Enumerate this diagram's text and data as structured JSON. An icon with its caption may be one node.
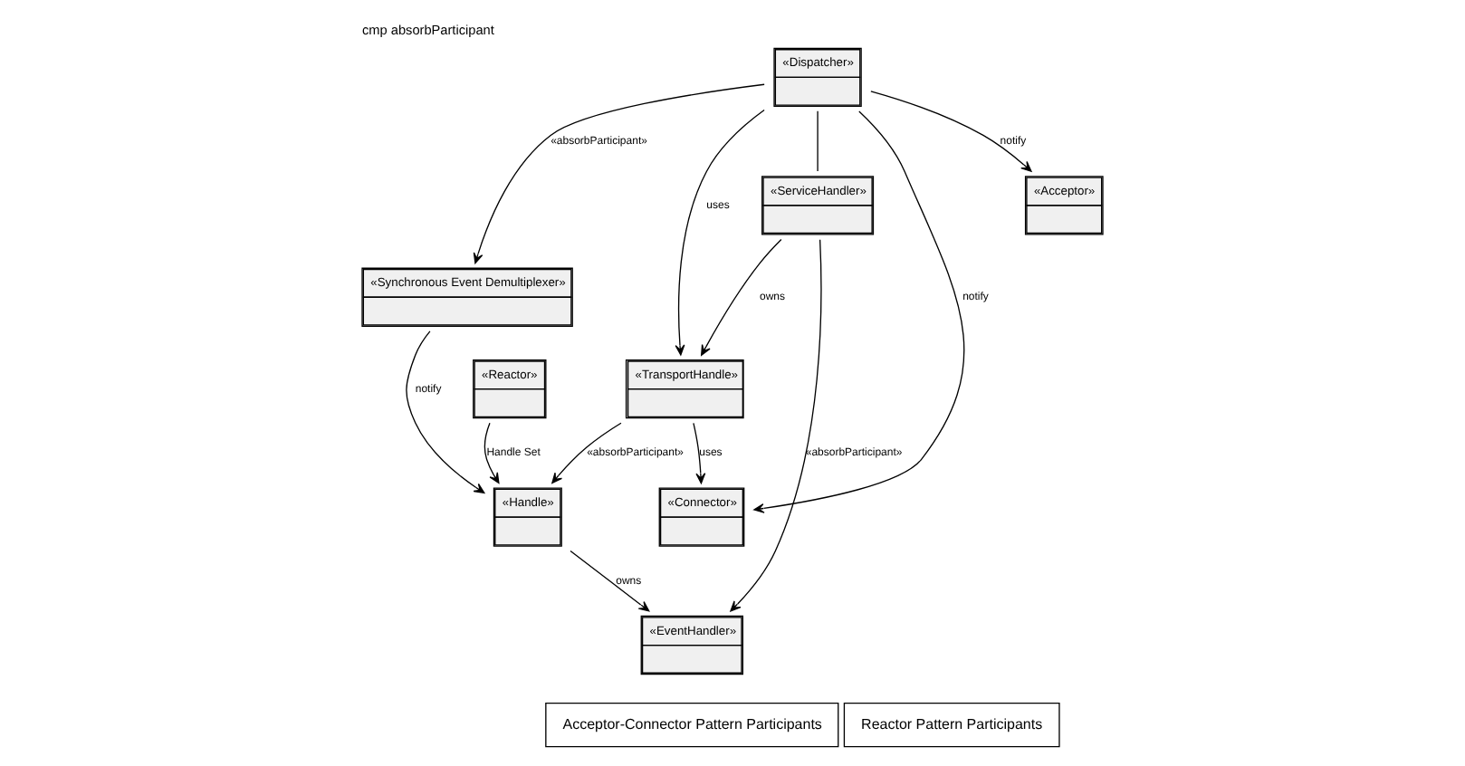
{
  "diagram": {
    "title": "cmp absorbParticipant",
    "nodes": [
      {
        "text": [
          "«Dispatcher»"
        ]
      },
      {
        "text": [
          "«Synchronous Event Demultiplexer»"
        ]
      },
      {
        "text": [
          "«ServiceHandler»"
        ]
      },
      {
        "text": [
          "«EventHandler»"
        ]
      },
      {
        "text": [
          "«Reactor»"
        ]
      },
      {
        "text": [
          "«Acceptor»"
        ]
      },
      {
        "text": [
          "«Connector»"
        ]
      },
      {
        "text": [
          "«TransportHandle»"
        ]
      },
      {
        "text": [
          "«Handle»"
        ]
      },
      {
        "text": [
          "Acceptor-Connector Pattern Participants"
        ]
      },
      {
        "text": [
          "Reactor Pattern Participants"
        ]
      }
    ],
    "edges": [
      {
        "from": 0,
        "to": 1,
        "arrow": "to",
        "label": "«absorbParticipant»"
      },
      {
        "from": 0,
        "to": 2,
        "arrow": "none"
      },
      {
        "from": 0,
        "to": 5,
        "arrow": "to",
        "label": "notify"
      },
      {
        "from": 0,
        "to": 6,
        "arrow": "to",
        "label": "notify"
      },
      {
        "from": 0,
        "to": 7,
        "arrow": "to",
        "label": "uses"
      },
      {
        "from": 2,
        "to": 3,
        "arrow": "to",
        "label": "«absorbParticipant»"
      },
      {
        "from": 2,
        "to": 7,
        "arrow": "to",
        "label": "owns"
      },
      {
        "from": 1,
        "to": 8,
        "arrow": "to",
        "label": "notify"
      },
      {
        "from": 8,
        "to": 3,
        "arrow": "to",
        "label": "owns"
      },
      {
        "from": 4,
        "to": 8,
        "arrow": "to",
        "label": "Handle Set"
      },
      {
        "from": 7,
        "to": 6,
        "arrow": "to",
        "label": "uses"
      },
      {
        "from": 7,
        "to": 8,
        "arrow": "to",
        "label": "«absorbParticipant»"
      }
    ]
  }
}
